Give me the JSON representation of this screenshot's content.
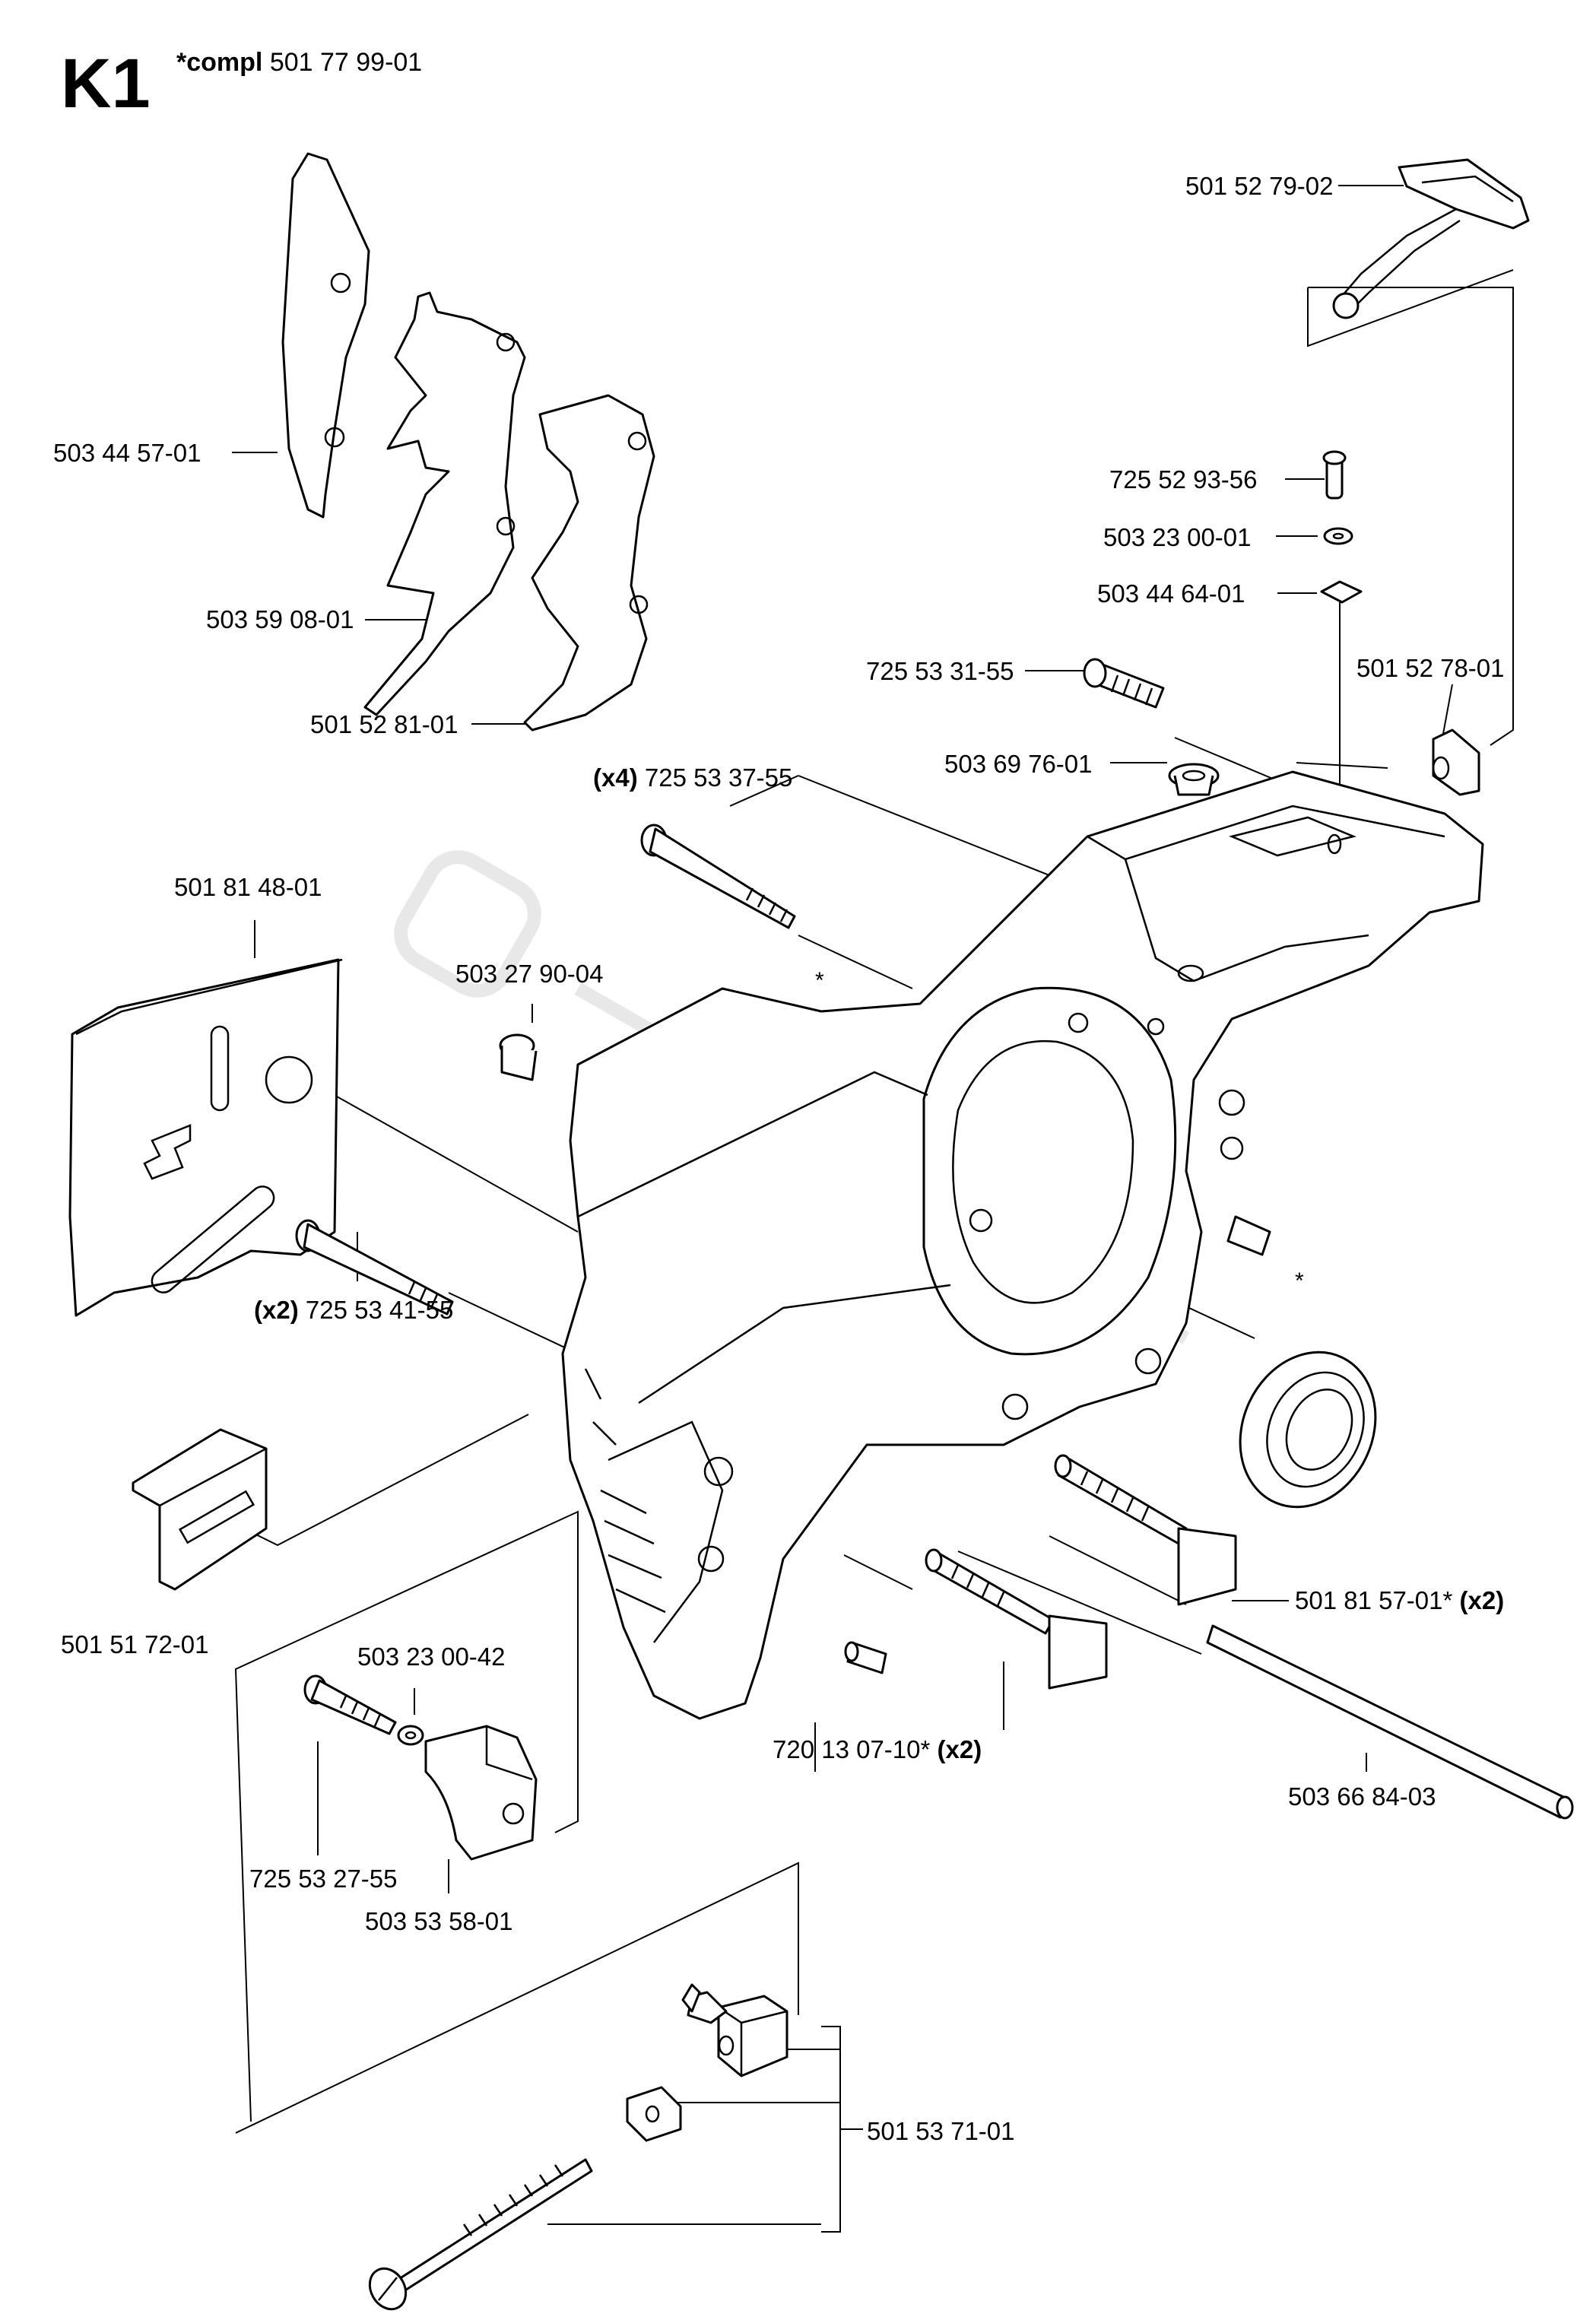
{
  "diagram": {
    "code": "K1",
    "compl_prefix": "*compl",
    "compl_number": "501 77 99-01",
    "asterisk": "*",
    "parts": [
      {
        "qty": "",
        "number": "501 52 79-02",
        "suffix": ""
      },
      {
        "qty": "",
        "number": "725 52 93-56",
        "suffix": ""
      },
      {
        "qty": "",
        "number": "503 23 00-01",
        "suffix": ""
      },
      {
        "qty": "",
        "number": "503 44 64-01",
        "suffix": ""
      },
      {
        "qty": "",
        "number": "725 53 31-55",
        "suffix": ""
      },
      {
        "qty": "",
        "number": "501 52 78-01",
        "suffix": ""
      },
      {
        "qty": "",
        "number": "503 69 76-01",
        "suffix": ""
      },
      {
        "qty": "(x4)",
        "number": "725 53 37-55",
        "suffix": ""
      },
      {
        "qty": "",
        "number": "503 44 57-01",
        "suffix": ""
      },
      {
        "qty": "",
        "number": "503 59 08-01",
        "suffix": ""
      },
      {
        "qty": "",
        "number": "501 52 81-01",
        "suffix": ""
      },
      {
        "qty": "",
        "number": "501 81 48-01",
        "suffix": ""
      },
      {
        "qty": "",
        "number": "503 27 90-04",
        "suffix": ""
      },
      {
        "qty": "(x2)",
        "number": "725 53 41-55",
        "suffix": ""
      },
      {
        "qty": "",
        "number": "501 81 57-01*",
        "suffix": "(x2)"
      },
      {
        "qty": "",
        "number": "501 51 72-01",
        "suffix": ""
      },
      {
        "qty": "",
        "number": "503 23 00-42",
        "suffix": ""
      },
      {
        "qty": "",
        "number": "720 13 07-10*",
        "suffix": "(x2)"
      },
      {
        "qty": "",
        "number": "725 53 27-55",
        "suffix": ""
      },
      {
        "qty": "",
        "number": "503 66 84-03",
        "suffix": ""
      },
      {
        "qty": "",
        "number": "503 53 58-01",
        "suffix": ""
      },
      {
        "qty": "",
        "number": "501 53 71-01",
        "suffix": ""
      }
    ]
  }
}
